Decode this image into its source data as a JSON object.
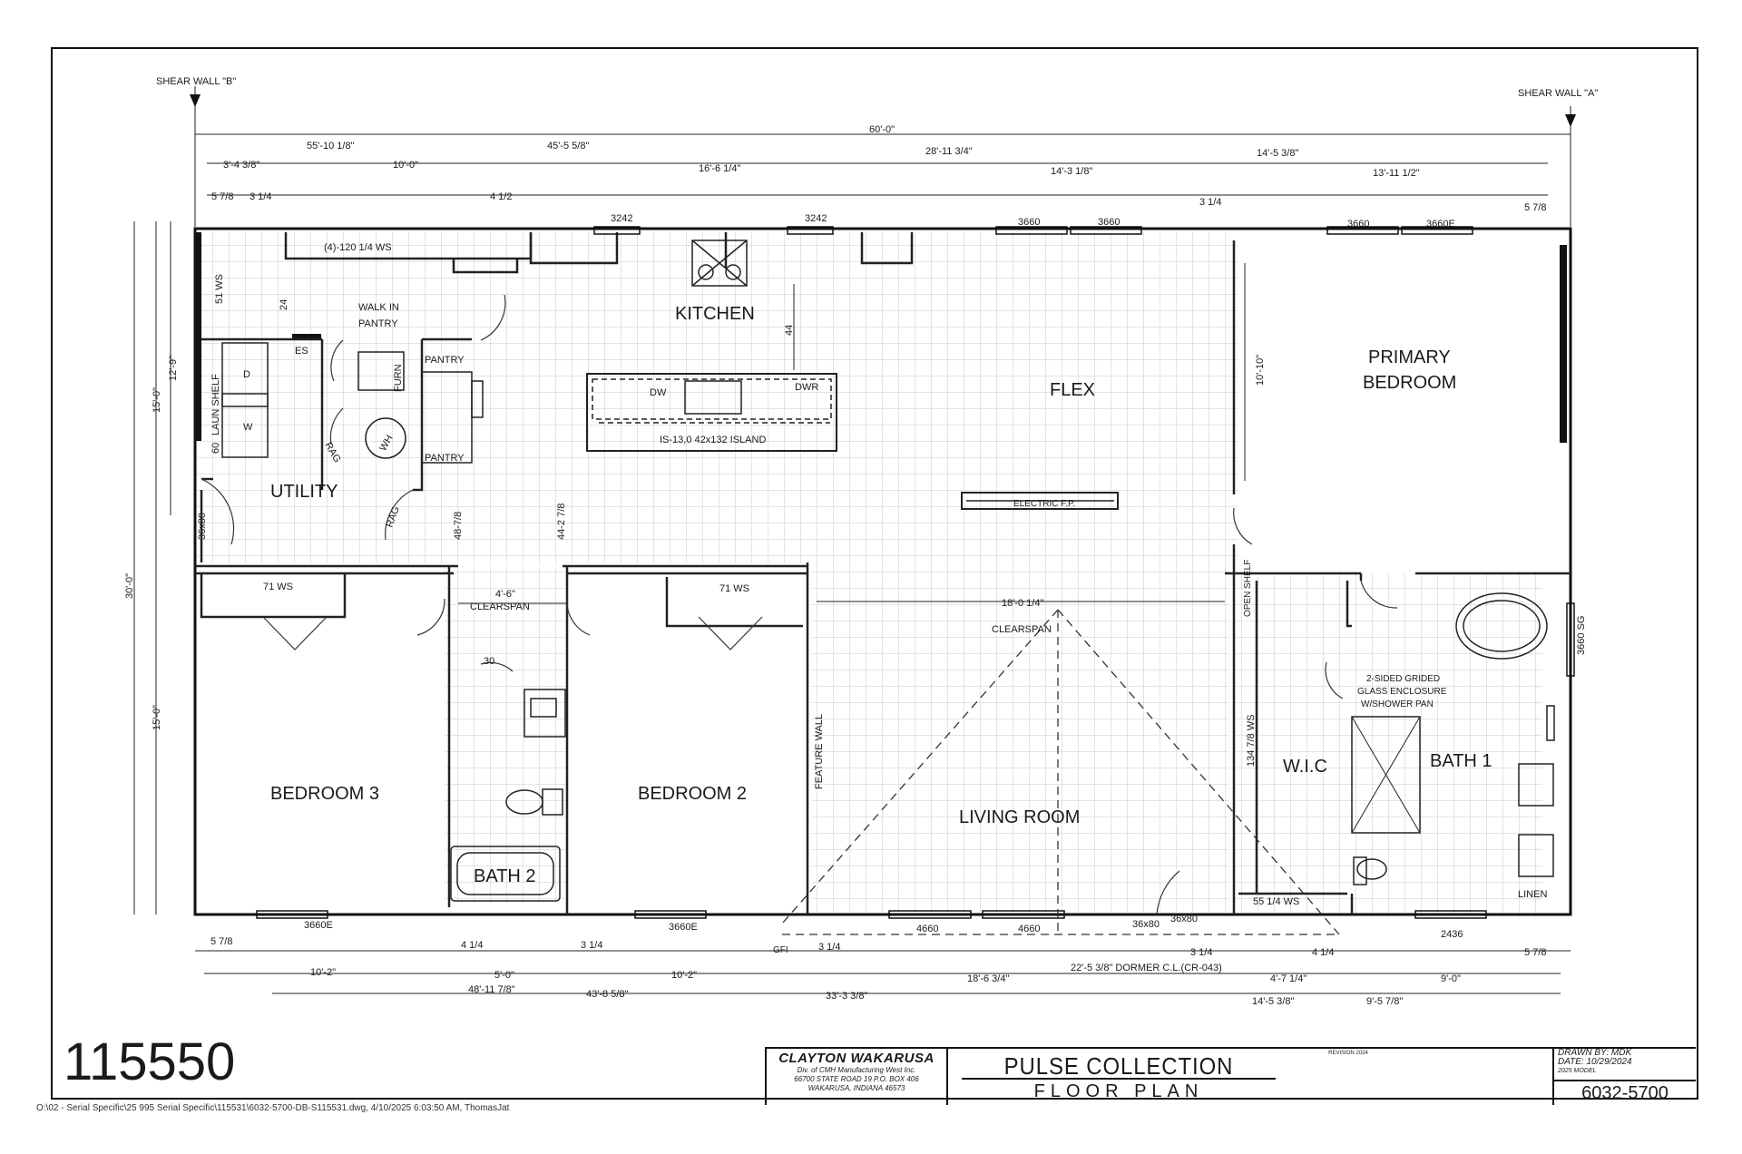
{
  "sheet": {
    "serial_number": "115550",
    "file_path": "O:\\02 - Serial Specific\\25 995 Serial Specific\\115531\\6032-5700-DB-S115531.dwg, 4/10/2025 6:03:50 AM, ThomasJat"
  },
  "shear_walls": {
    "b": "SHEAR WALL \"B\"",
    "a": "SHEAR WALL \"A\""
  },
  "dimensions_top": {
    "overall": "60'-0\"",
    "d1": "55'-10 1/8\"",
    "d2": "45'-5 5/8\"",
    "d3": "28'-11 3/4\"",
    "d4": "14'-5 3/8\"",
    "s1": "3'-4 3/8\"",
    "s2": "10'-0\"",
    "s3": "16'-6 1/4\"",
    "s4": "14'-3 1/8\"",
    "s5": "13'-11 1/2\"",
    "t1": "5 7/8",
    "t2": "3 1/4",
    "t3": "4 1/2",
    "t4": "3 1/4",
    "t5": "5 7/8"
  },
  "dimensions_left": {
    "overall": "30'-0\"",
    "upper": "15'-0\"",
    "upper_inner": "12'-9\"",
    "lower": "15'-0\""
  },
  "dimensions_bottom": {
    "b1": "5 7/8",
    "b2": "4 1/4",
    "b3": "3 1/4",
    "b4": "3 1/4",
    "b5": "3 1/4",
    "b6": "4 1/4",
    "b7": "5 7/8",
    "c1": "10'-2\"",
    "c2": "5'-0\"",
    "c3": "10'-2\"",
    "c4": "18'-6 3/4\"",
    "c5": "4'-7 1/4\"",
    "c6": "9'-0\"",
    "e1": "48'-11 7/8\"",
    "e2": "43'-8 5/8\"",
    "e3": "33'-3 3/8\"",
    "e4": "14'-5 3/8\"",
    "e5": "9'-5 7/8\"",
    "dormer": "22'-5 3/8\" DORMER C.L.(CR-043)"
  },
  "windows": {
    "top": [
      "3242",
      "3242",
      "3660",
      "3660",
      "3660",
      "3660E"
    ],
    "bottom": [
      "3660E",
      "3660E",
      "4660",
      "4660",
      "2436"
    ],
    "right": "3660 SG",
    "doors": [
      "36x80",
      "36x80"
    ]
  },
  "rooms": {
    "kitchen": "KITCHEN",
    "flex": "FLEX",
    "primary_bedroom_1": "PRIMARY",
    "primary_bedroom_2": "BEDROOM",
    "utility": "UTILITY",
    "walk_in_pantry_1": "WALK IN",
    "walk_in_pantry_2": "PANTRY",
    "bedroom3": "BEDROOM 3",
    "bedroom2": "BEDROOM 2",
    "bath2": "BATH 2",
    "living_room": "LIVING ROOM",
    "wic": "W.I.C",
    "bath1": "BATH 1",
    "linen": "LINEN"
  },
  "labels": {
    "ws_120": "(4)-120 1/4 WS",
    "ws_51": "51 WS",
    "es": "ES",
    "pantry_a": "PANTRY",
    "pantry_b": "PANTRY",
    "furn": "FURN",
    "laun_shelf": "LAUN SHELF",
    "d": "D",
    "w": "W",
    "sixty": "60",
    "wh": "WH",
    "rag": "RAG",
    "rag2": "RAG",
    "n24": "24",
    "n44": "44",
    "dw": "DW",
    "dwr": "DWR",
    "island": "IS-13,0  42x132 ISLAND",
    "electric_fp": "ELECTRIC F.P.",
    "clearspan_a": "4'-6\"",
    "clearspan_a_label": "CLEARSPAN",
    "clearspan_b": "18'-0 1/4\"",
    "clearspan_b_label": "CLEARSPAN",
    "ws_71a": "71 WS",
    "ws_71b": "71 WS",
    "n30": "30",
    "h488": "48-7/8",
    "h442": "44-2 7/8",
    "primary_10_10": "10'-10\"",
    "feature_wall": "FEATURE WALL",
    "open_shelf": "OPEN SHELF",
    "ws_134": "134 7/8 WS",
    "ws_55": "55 1/4 WS",
    "glass_1": "2-SIDED GRIDED",
    "glass_2": "GLASS ENCLOSURE",
    "glass_3": "W/SHOWER PAN",
    "gfi": "GFI",
    "n36x80": "36x80"
  },
  "title_block": {
    "company": "CLAYTON WAKARUSA",
    "company_line1": "Div. of CMH Manufacturing West Inc.",
    "company_line2": "66700 STATE ROAD 19  P.O. BOX 406",
    "company_line3": "WAKARUSA, INDIANA 46573",
    "collection": "PULSE COLLECTION",
    "sheet_title": "FLOOR PLAN",
    "revision": "REVISION 2024",
    "drawn_by": "DRAWN BY: MDK",
    "date": "DATE: 10/29/2024",
    "model_year": "2025 MODEL",
    "model": "6032-5700"
  }
}
